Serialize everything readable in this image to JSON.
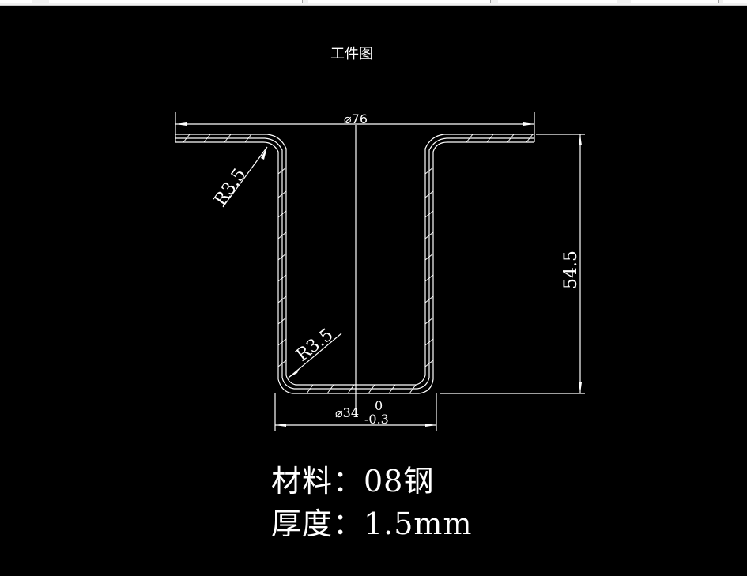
{
  "toolbar": {
    "segments": 6
  },
  "drawing": {
    "title": "工件图",
    "dimensions": {
      "top_diameter": "⌀76",
      "bottom_diameter": "⌀34",
      "tolerance_upper": "0",
      "tolerance_lower": "-0.3",
      "height": "54.5",
      "radius_top": "R3.5",
      "radius_bottom": "R3.5"
    },
    "notes": {
      "material": "材料：08钢",
      "thickness": "厚度：1.5mm"
    },
    "colors": {
      "background": "#000000",
      "lines": "#ffffff"
    }
  }
}
